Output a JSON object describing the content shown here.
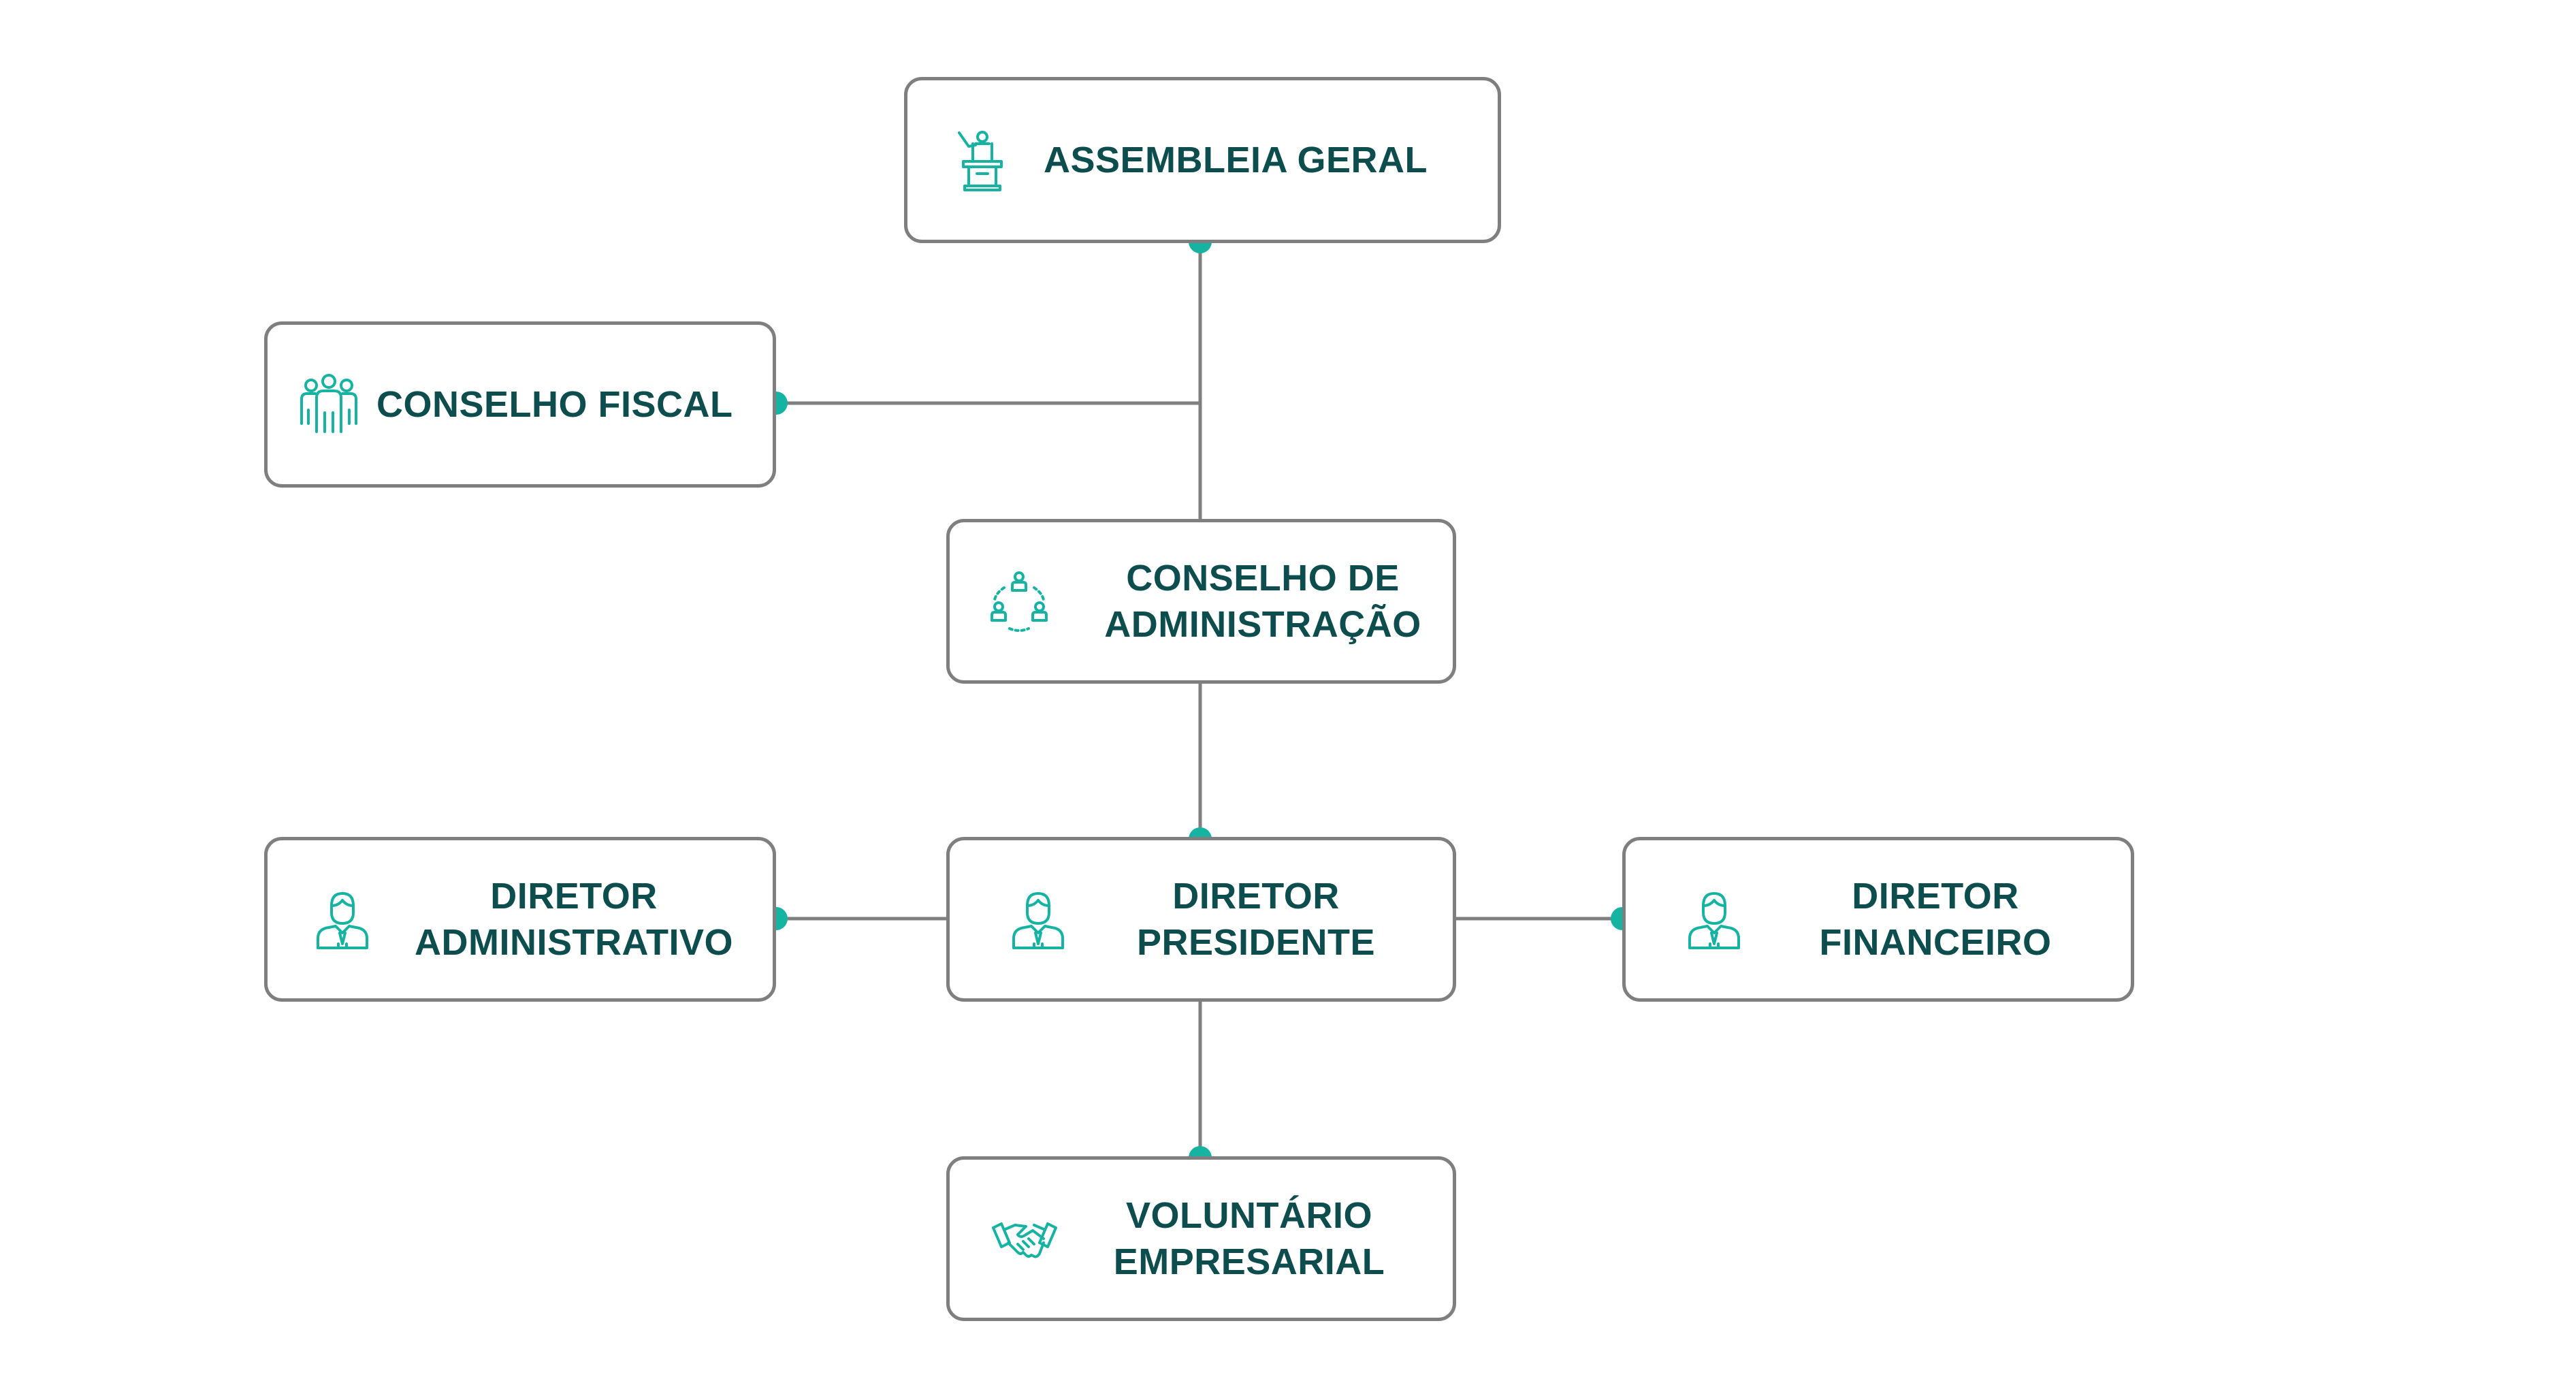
{
  "colors": {
    "text": "#0e4d4e",
    "accent": "#16b3a3",
    "border": "#7f7f7f",
    "line": "#7f7f7f"
  },
  "nodes": {
    "assembleia": {
      "icon": "podium-speaker-icon",
      "line1": "ASSEMBLEIA GERAL",
      "line2": ""
    },
    "fiscal": {
      "icon": "group-people-icon",
      "line1": "CONSELHO FISCAL",
      "line2": ""
    },
    "administracao": {
      "icon": "people-cycle-icon",
      "line1": "CONSELHO DE",
      "line2": "ADMINISTRAÇÃO"
    },
    "dir_admin": {
      "icon": "businessman-icon",
      "line1": "DIRETOR",
      "line2": "ADMINISTRATIVO"
    },
    "dir_pres": {
      "icon": "businessman-icon",
      "line1": "DIRETOR",
      "line2": "PRESIDENTE"
    },
    "dir_fin": {
      "icon": "businessman-icon",
      "line1": "DIRETOR",
      "line2": "FINANCEIRO"
    },
    "voluntario": {
      "icon": "handshake-icon",
      "line1": "VOLUNTÁRIO",
      "line2": "EMPRESARIAL"
    }
  },
  "edges": [
    {
      "from": "assembleia",
      "to": "administracao"
    },
    {
      "from": "fiscal",
      "to": "assembleia-administracao-line"
    },
    {
      "from": "administracao",
      "to": "dir_pres"
    },
    {
      "from": "dir_pres",
      "to": "dir_admin"
    },
    {
      "from": "dir_pres",
      "to": "dir_fin"
    },
    {
      "from": "dir_pres",
      "to": "voluntario"
    }
  ]
}
